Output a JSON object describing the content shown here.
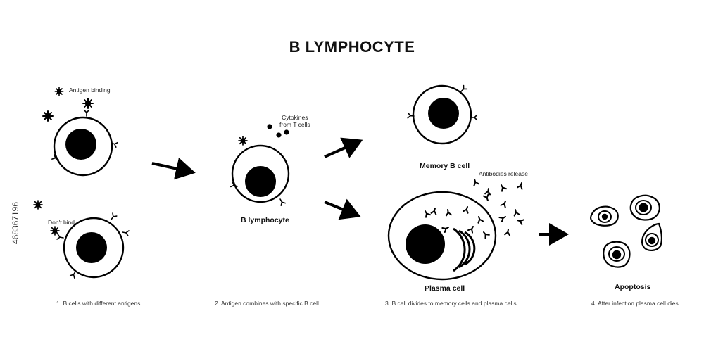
{
  "title": "B LYMPHOCYTE",
  "labels": {
    "antigen_binding": "Antigen binding",
    "dont_bind": "Don't bind",
    "cytokines_line1": "Cytokines",
    "cytokines_line2": "from T cells",
    "antibodies_release": "Antibodies release"
  },
  "cell_names": {
    "b_lymphocyte": "B lymphocyte",
    "memory_b_cell": "Memory B cell",
    "plasma_cell": "Plasma cell",
    "apoptosis": "Apoptosis"
  },
  "steps": [
    "1. B cells with different antigens",
    "2. Antigen combines with specific B cell",
    "3. B cell divides to memory cells and plasma cells",
    "4. After infection plasma cell dies"
  ],
  "side_text": "468367196"
}
